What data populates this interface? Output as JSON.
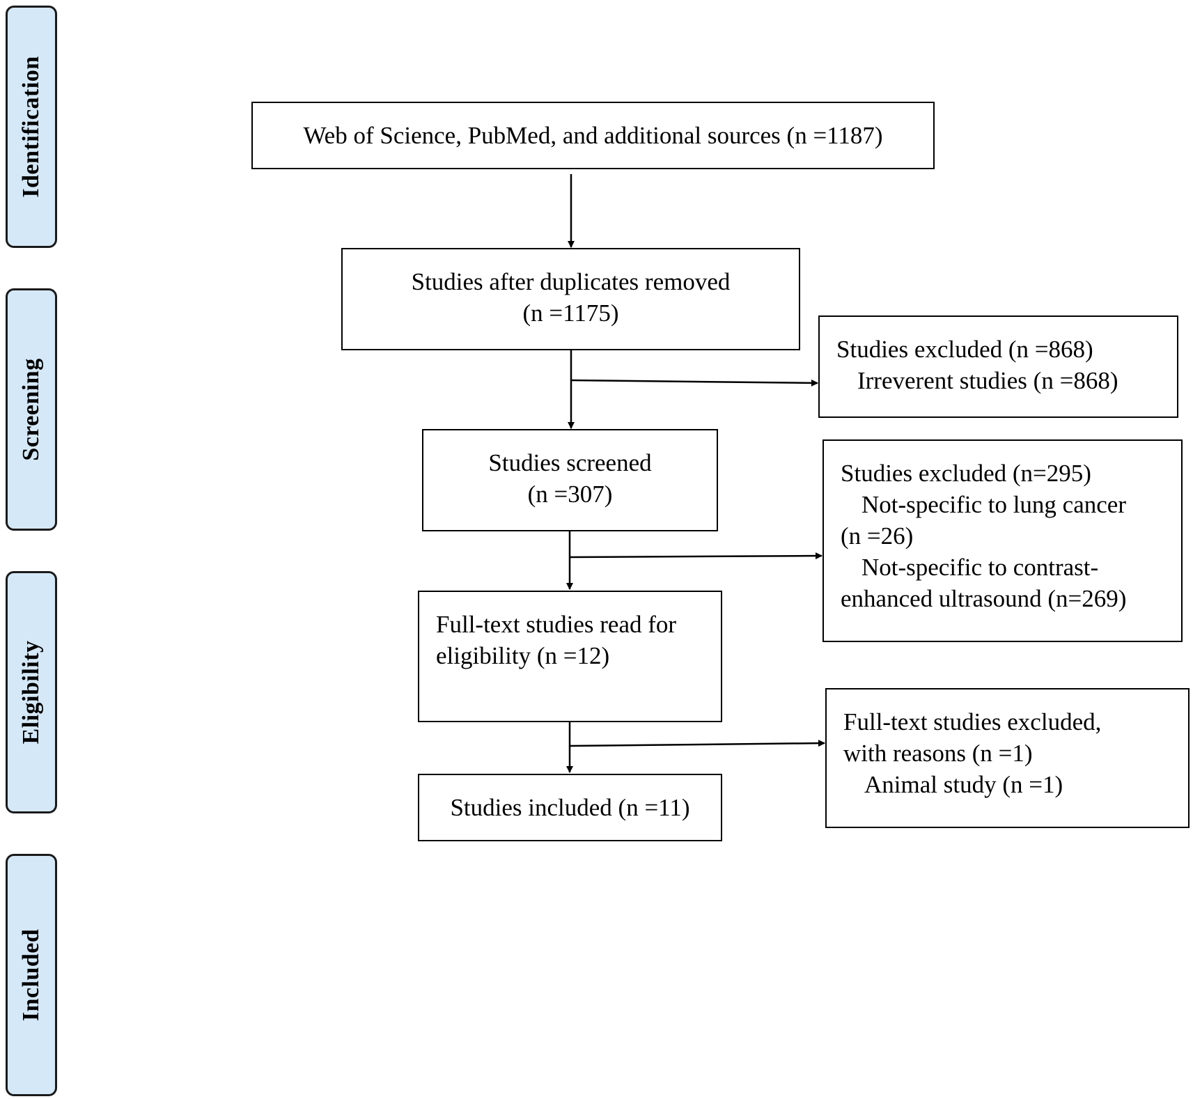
{
  "stages": [
    {
      "key": "identification",
      "label": "Identification"
    },
    {
      "key": "screening",
      "label": "Screening"
    },
    {
      "key": "eligibility",
      "label": "Eligibility"
    },
    {
      "key": "included",
      "label": "Included"
    }
  ],
  "boxes": {
    "sources": {
      "lines": [
        "Web of Science, PubMed, and additional sources (n =1187)"
      ]
    },
    "deduplicated": {
      "lines": [
        "Studies after duplicates removed",
        "(n =1175)"
      ]
    },
    "excluded_1": {
      "lines": [
        "Studies excluded  (n =868)",
        "Irreverent studies  (n =868)"
      ]
    },
    "screened": {
      "lines": [
        "Studies screened",
        "(n =307)"
      ]
    },
    "excluded_2": {
      "lines": [
        "Studies excluded  (n=295)",
        "Not-specific to lung cancer",
        "(n =26)",
        "Not-specific to contrast-",
        "enhanced ultrasound (n=269)"
      ]
    },
    "fulltext": {
      "lines": [
        "Full-text studies read for",
        "eligibility (n =12)"
      ]
    },
    "excluded_3": {
      "lines": [
        "Full-text studies excluded,",
        "with reasons (n =1)",
        "Animal study (n =1)"
      ]
    },
    "included": {
      "lines": [
        "Studies included (n =11)"
      ]
    }
  },
  "colors": {
    "stage_fill": "#d5e8f8",
    "stage_border": "#1a1a1a",
    "box_border": "#000000",
    "arrow": "#000000"
  }
}
